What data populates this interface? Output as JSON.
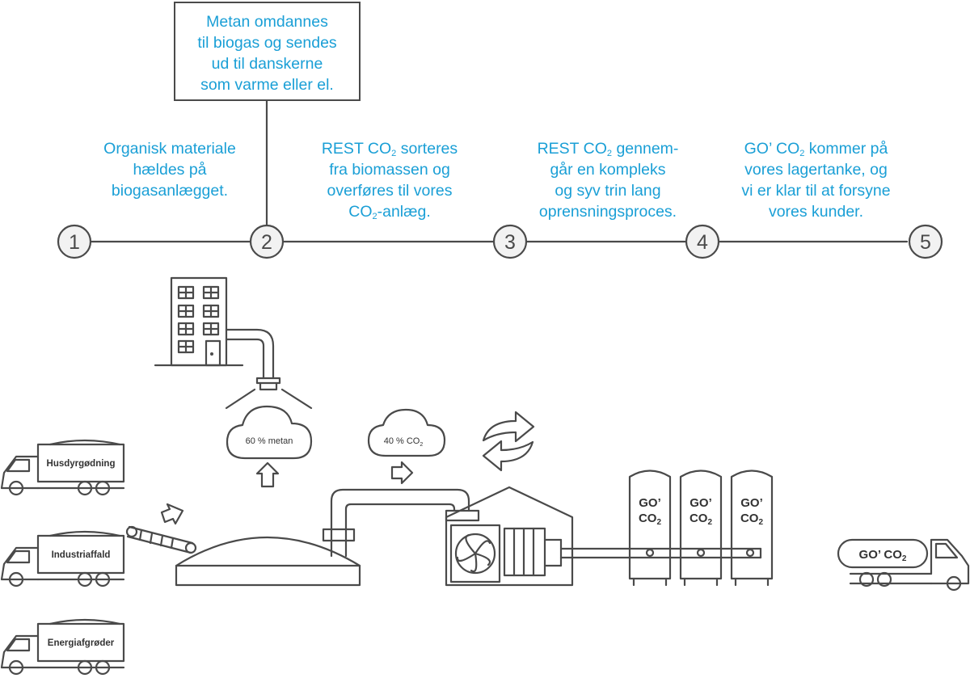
{
  "callout": {
    "lines": [
      "Metan omdannes",
      "til biogas og sendes",
      "ud til danskerne",
      "som varme eller el."
    ]
  },
  "steps": [
    {
      "number": "1",
      "lines": [
        "Organisk materiale",
        "hældes på",
        "biogasanlægget."
      ]
    },
    {
      "number": "2"
    },
    {
      "number": "3",
      "lines": [
        [
          "REST CO",
          "2",
          " sorteres"
        ],
        "fra biomassen og",
        "overføres til vores",
        [
          "CO",
          "2",
          "-anlæg."
        ]
      ]
    },
    {
      "number": "4",
      "lines": [
        [
          "REST CO",
          "2",
          " gennem-"
        ],
        "går en kompleks",
        "og syv trin lang",
        "oprensningsproces."
      ]
    },
    {
      "number": "5",
      "lines": [
        [
          "GO’ CO",
          "2",
          " kommer på"
        ],
        "vores lagertanke, og",
        "vi er klar til at forsyne",
        "vores kunder."
      ]
    }
  ],
  "trucks": [
    "Husdyrgødning",
    "Industriaffald",
    "Energiafgrøder"
  ],
  "clouds": {
    "methane": "60 % metan",
    "co2_prefix": "40 % CO",
    "co2_sub": "2"
  },
  "tanks": {
    "line1": "GO’",
    "line2_prefix": "CO",
    "line2_sub": "2"
  },
  "tanker_truck": {
    "prefix": "GO’ CO",
    "sub": "2"
  },
  "colors": {
    "accent": "#1a9fd6",
    "stroke": "#4a4a4a",
    "node_fill": "#f2f2f2"
  }
}
